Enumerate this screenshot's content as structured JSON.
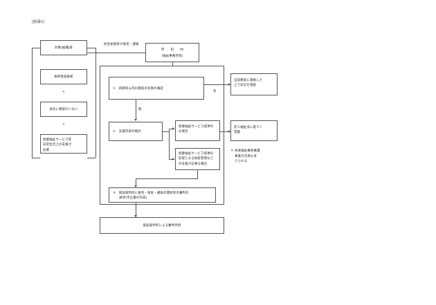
{
  "page": {
    "caption": "(別添1)"
  },
  "left_column": {
    "target_box": "対象(候補)者",
    "criteria": [
      {
        "text": "痴呆性高齢者"
      },
      {
        "text": "身近に親族がいない"
      },
      {
        "text": "保健福祉サービス等\n日常生活上の支援が\n必要"
      }
    ],
    "connector_plus": "+"
  },
  "referral": {
    "label": "民生委員等が発見・連絡"
  },
  "municipality": {
    "title": "市　　町　　村",
    "subtitle": "(福祉事務所等)"
  },
  "flow": {
    "step1": "①　四親等以内の親族の有無の確認",
    "step1_branch_yes": "有",
    "step1_branch_no": "無",
    "step2": "②　支援内容の検討",
    "case_service_only": "保健福祉サービス提供の\nみ場合",
    "case_property_mgmt": "保健福祉サービス提供の\n前提となる財産管理など\nの支援が必要な場合",
    "step3": "③　家庭裁判所に後見・保佐・補助の開始等の審判の\n　　請求(申立書の作成)"
  },
  "outcomes": {
    "contact_relative": "当該親族に連絡した\n上で対応を相談",
    "welfare_act_measure": "老人福祉法に基づく\n措置",
    "note": "＊ 地域福祉権利擁護\n　 事業の活用も考\n　 えられる"
  },
  "court": {
    "procedure": "家庭裁判所による審判手続"
  }
}
